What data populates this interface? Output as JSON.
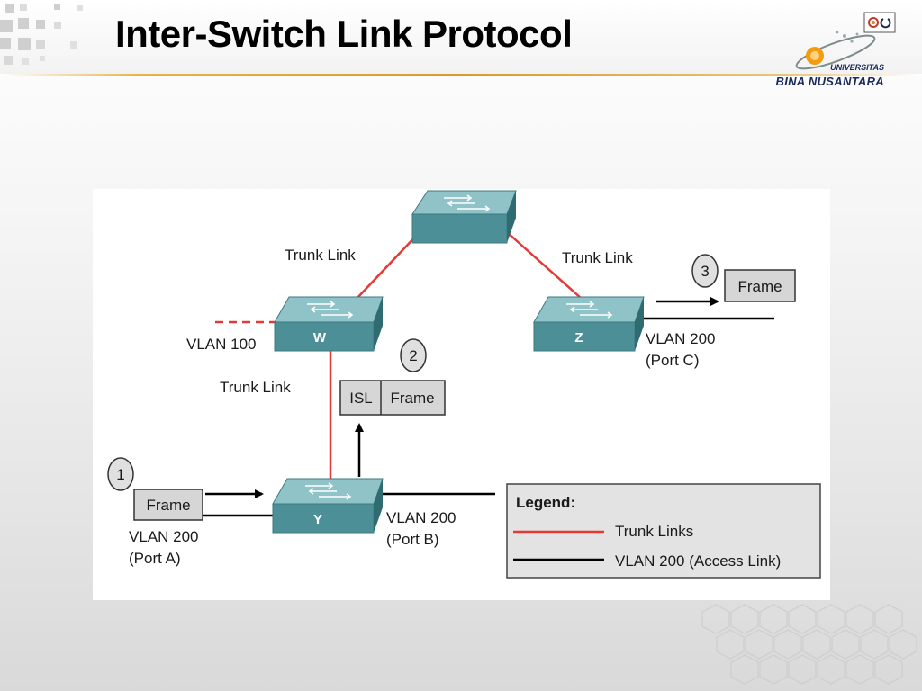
{
  "slide": {
    "title": "Inter-Switch Link Protocol"
  },
  "logo": {
    "line1": "UNIVERSITAS",
    "line2": "BINA NUSANTARA"
  },
  "diagram": {
    "switches": {
      "top": "",
      "w": "W",
      "z": "Z",
      "y": "Y"
    },
    "trunk_labels": {
      "top_left": "Trunk Link",
      "top_right": "Trunk Link",
      "middle": "Trunk Link"
    },
    "vlan100": "VLAN 100",
    "port_a": {
      "vlan": "VLAN 200",
      "port": "(Port A)"
    },
    "port_b": {
      "vlan": "VLAN 200",
      "port": "(Port B)"
    },
    "port_c": {
      "vlan": "VLAN 200",
      "port": "(Port C)"
    },
    "steps": {
      "step1": {
        "num": "1",
        "frame": "Frame"
      },
      "step2": {
        "num": "2",
        "isl": "ISL",
        "frame": "Frame"
      },
      "step3": {
        "num": "3",
        "frame": "Frame"
      }
    },
    "legend": {
      "title": "Legend:",
      "trunk": "Trunk Links",
      "access": "VLAN 200 (Access Link)"
    },
    "colors": {
      "trunk": "#e53935",
      "access": "#000000",
      "switch_face": "#4d8f96",
      "switch_top": "#8fc3c8",
      "frame_box": "#d6d6d6",
      "legend_box": "#e3e3e3"
    }
  }
}
